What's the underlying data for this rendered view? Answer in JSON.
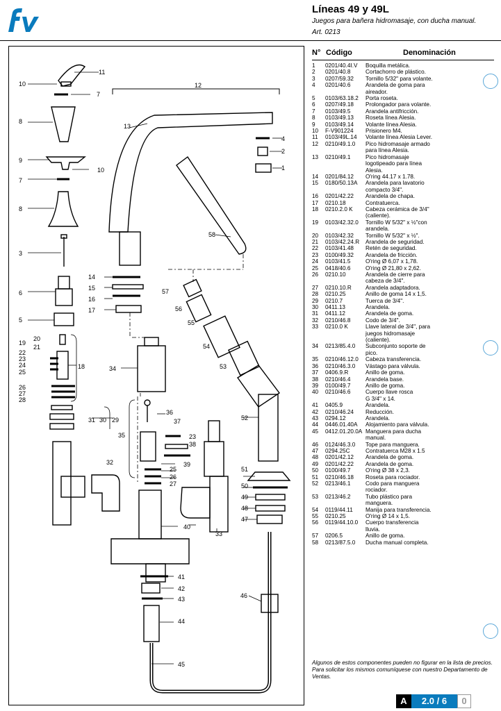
{
  "header": {
    "logo_text": "fv",
    "title": "Líneas 49 y 49L",
    "subtitle": "Juegos para bañera hidromasaje, con ducha manual.",
    "article": "Art. 0213"
  },
  "colors": {
    "brand": "#0a7bbd",
    "ink": "#000000"
  },
  "diagram": {
    "labels": [
      "11",
      "10",
      "7",
      "12",
      "8",
      "13",
      "4",
      "2",
      "9",
      "10",
      "1",
      "7",
      "8",
      "58",
      "3",
      "14",
      "15",
      "16",
      "57",
      "6",
      "17",
      "56",
      "5",
      "55",
      "20",
      "19",
      "21",
      "54",
      "22",
      "23",
      "18",
      "24",
      "25",
      "34",
      "53",
      "26",
      "27",
      "28",
      "31",
      "30",
      "29",
      "36",
      "37",
      "52",
      "23",
      "35",
      "38",
      "39",
      "32",
      "25",
      "26",
      "27",
      "51",
      "50",
      "49",
      "48",
      "47",
      "40",
      "33",
      "46",
      "41",
      "42",
      "43",
      "44",
      "45"
    ]
  },
  "table": {
    "headers": {
      "num": "N°",
      "code": "Código",
      "desc": "Denominación"
    },
    "rows": [
      [
        "1",
        "0201/40.4I.V",
        "Boquilla metálica."
      ],
      [
        "2",
        "0201/40.8",
        "Cortachorro de plástico."
      ],
      [
        "3",
        "0207/59.32",
        "Tornillo 5/32\" para volante."
      ],
      [
        "4",
        "0201/40.6",
        "Arandela de goma para"
      ],
      [
        "",
        "",
        "aireador."
      ],
      [
        "5",
        "0103/63.18.2",
        "Porta roseta."
      ],
      [
        "6",
        "0207/49.18",
        "Prolongador para volante."
      ],
      [
        "7",
        "0103/49.5",
        "Arandela antifricción."
      ],
      [
        "8",
        "0103/49.13",
        "Roseta línea Alesia."
      ],
      [
        "9",
        "0103/49.14",
        "Volante línea Alesia."
      ],
      [
        "10",
        "F-V901224",
        "Prisionero M4."
      ],
      [
        "11",
        "0103/49L.14",
        "Volante línea Alesia Lever."
      ],
      [
        "12",
        "0210/49.1.0",
        "Pico hidromasaje armado"
      ],
      [
        "",
        "",
        "para línea Alesia."
      ],
      [
        "13",
        "0210/49.1",
        "Pico hidromasaje"
      ],
      [
        "",
        "",
        "logotipeado para línea"
      ],
      [
        "",
        "",
        "Alesia."
      ],
      [
        "14",
        "0201/84.12",
        "O'ring 44.17 x 1.78."
      ],
      [
        "15",
        "0180/50.13A",
        "Arandela para lavatorio"
      ],
      [
        "",
        "",
        "compacto 3/4\"."
      ],
      [
        "16",
        "0201/42.22",
        "Arandela de chapa."
      ],
      [
        "17",
        "0210.18",
        "Contratuerca."
      ],
      [
        "18",
        "0210.2.0 K",
        "Cabeza cerámica de 3/4\""
      ],
      [
        "",
        "",
        "(caliente)."
      ],
      [
        "19",
        "0103/42.32.0",
        "Tornillo W 5/32\" x ½\"con"
      ],
      [
        "",
        "",
        "arandela."
      ],
      [
        "20",
        "0103/42.32",
        "Tornillo W 5/32\" x ½\"."
      ],
      [
        "21",
        "0103/42.24.R",
        "Arandela de seguridad."
      ],
      [
        "22",
        "0103/41.48",
        "Retén de seguridad."
      ],
      [
        "23",
        "0100/49.32",
        "Arandela de fricción."
      ],
      [
        "24",
        "0103/41.5",
        "O'ring Ø 6,07 x 1,78."
      ],
      [
        "25",
        "0418/40.6",
        "O'ring Ø 21,80 x 2,62."
      ],
      [
        "26",
        "0210.10",
        "Arandela de cierre para"
      ],
      [
        "",
        "",
        "cabeza de 3/4\"."
      ],
      [
        "27",
        "0210.10.R",
        "Arandela adaptadora."
      ],
      [
        "28",
        "0210.25",
        "Anillo de goma 14 x 1,5."
      ],
      [
        "29",
        "0210.7",
        "Tuerca de 3/4\"."
      ],
      [
        "30",
        "0411.13",
        "Arandela."
      ],
      [
        "31",
        "0411.12",
        "Arandela de goma."
      ],
      [
        "32",
        "0210/46.8",
        "Codo de 3/4\"."
      ],
      [
        "33",
        "0210.0 K",
        "Llave lateral de 3/4\", para"
      ],
      [
        "",
        "",
        "juegos hidromasaje"
      ],
      [
        "",
        "",
        "(caliente)."
      ],
      [
        "34",
        "0213/85.4.0",
        "Subconjunto soporte de"
      ],
      [
        "",
        "",
        "pico."
      ],
      [
        "35",
        "0210/46.12.0",
        "Cabeza transferencia."
      ],
      [
        "36",
        "0210/46.3.0",
        "Vástago para válvula."
      ],
      [
        "37",
        "0406.9.R",
        "Anillo de goma."
      ],
      [
        "38",
        "0210/46.4",
        "Arandela base."
      ],
      [
        "39",
        "0100/49.7",
        "Anillo de goma."
      ],
      [
        "40",
        "0210/46.6",
        "Cuerpo llave rosca"
      ],
      [
        "",
        "",
        "G 3/4\" x 14."
      ],
      [
        "41",
        "0405.9",
        "Arandela."
      ],
      [
        "42",
        "0210/46.24",
        "Reducción."
      ],
      [
        "43",
        "0294.12",
        "Arandela."
      ],
      [
        "44",
        "0446.01.40A",
        "Alojamiento para válvula."
      ],
      [
        "45",
        "0412.01.20.0A",
        "Manguera para ducha"
      ],
      [
        "",
        "",
        "manual."
      ],
      [
        "46",
        "0124/46.3.0",
        "Tope para manguera."
      ],
      [
        "47",
        "0294.25C",
        "Contratuerca M28 x 1.5"
      ],
      [
        "48",
        "0201/42.12",
        "Arandela de goma."
      ],
      [
        "49",
        "0201/42.22",
        "Arandela de goma."
      ],
      [
        "50",
        "0100/49.7",
        "O'ring Ø 38 x 2,3."
      ],
      [
        "51",
        "0210/46.18",
        "Roseta para rociador."
      ],
      [
        "52",
        "0213/46.1",
        "Codo para manguera"
      ],
      [
        "",
        "",
        "rociador."
      ],
      [
        "53",
        "0213/46.2",
        "Tubo plástico para"
      ],
      [
        "",
        "",
        "manguera."
      ],
      [
        "54",
        "0119/44.11",
        "Manija para transferencia."
      ],
      [
        "55",
        "0210.25",
        "O'ring Ø 14 x 1,5."
      ],
      [
        "56",
        "0119/44.10.0",
        "Cuerpo transferencia"
      ],
      [
        "",
        "",
        "lluvia."
      ],
      [
        "57",
        "0206.5",
        "Anillo de goma."
      ],
      [
        "58",
        "0213/87.5.0",
        "Ducha manual completa."
      ]
    ]
  },
  "footer": {
    "note": "Algunos de estos componentes pueden no figurar en la lista de precios. Para solicitar los mismos comuníquese con nuestro Departamento de Ventas.",
    "section": "A",
    "page": "2.0 / 6",
    "rev": "0"
  }
}
